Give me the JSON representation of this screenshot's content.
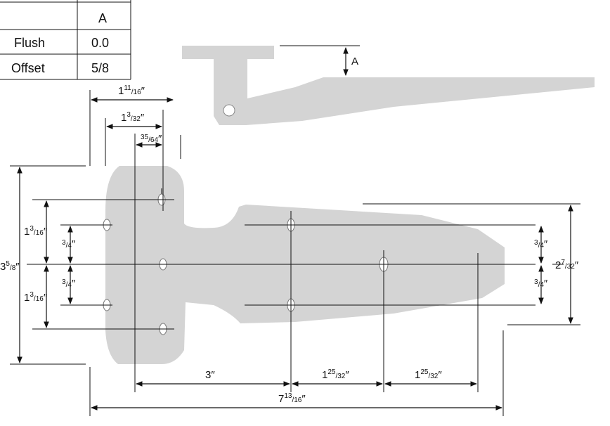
{
  "table": {
    "header": "A",
    "rows": [
      {
        "label": "Flush",
        "value": "0.0"
      },
      {
        "label": "Offset",
        "value": "5/8"
      }
    ]
  },
  "side_view": {
    "offset_label": "A"
  },
  "dimensions": {
    "head_width": {
      "whole": "1",
      "num": "11",
      "den": "16"
    },
    "hole_span": {
      "whole": "1",
      "num": "3",
      "den": "32"
    },
    "hole_offset": {
      "whole": "",
      "num": "35",
      "den": "64"
    },
    "overall_height": {
      "whole": "3",
      "num": "5",
      "den": "8"
    },
    "upper_spacing": {
      "whole": "1",
      "num": "3",
      "den": "16"
    },
    "lower_spacing": {
      "whole": "1",
      "num": "3",
      "den": "16"
    },
    "upper_small": {
      "whole": "",
      "num": "3",
      "den": "4"
    },
    "lower_small": {
      "whole": "",
      "num": "3",
      "den": "4"
    },
    "right_upper": {
      "whole": "",
      "num": "3",
      "den": "4"
    },
    "right_lower": {
      "whole": "",
      "num": "3",
      "den": "4"
    },
    "strap_height": {
      "whole": "2",
      "num": "7",
      "den": "32"
    },
    "span_first": {
      "whole": "3",
      "num": "",
      "den": ""
    },
    "span_second": {
      "whole": "1",
      "num": "25",
      "den": "32"
    },
    "span_third": {
      "whole": "1",
      "num": "25",
      "den": "32"
    },
    "overall_length": {
      "whole": "7",
      "num": "13",
      "den": "16"
    }
  },
  "inch_mark": "″"
}
